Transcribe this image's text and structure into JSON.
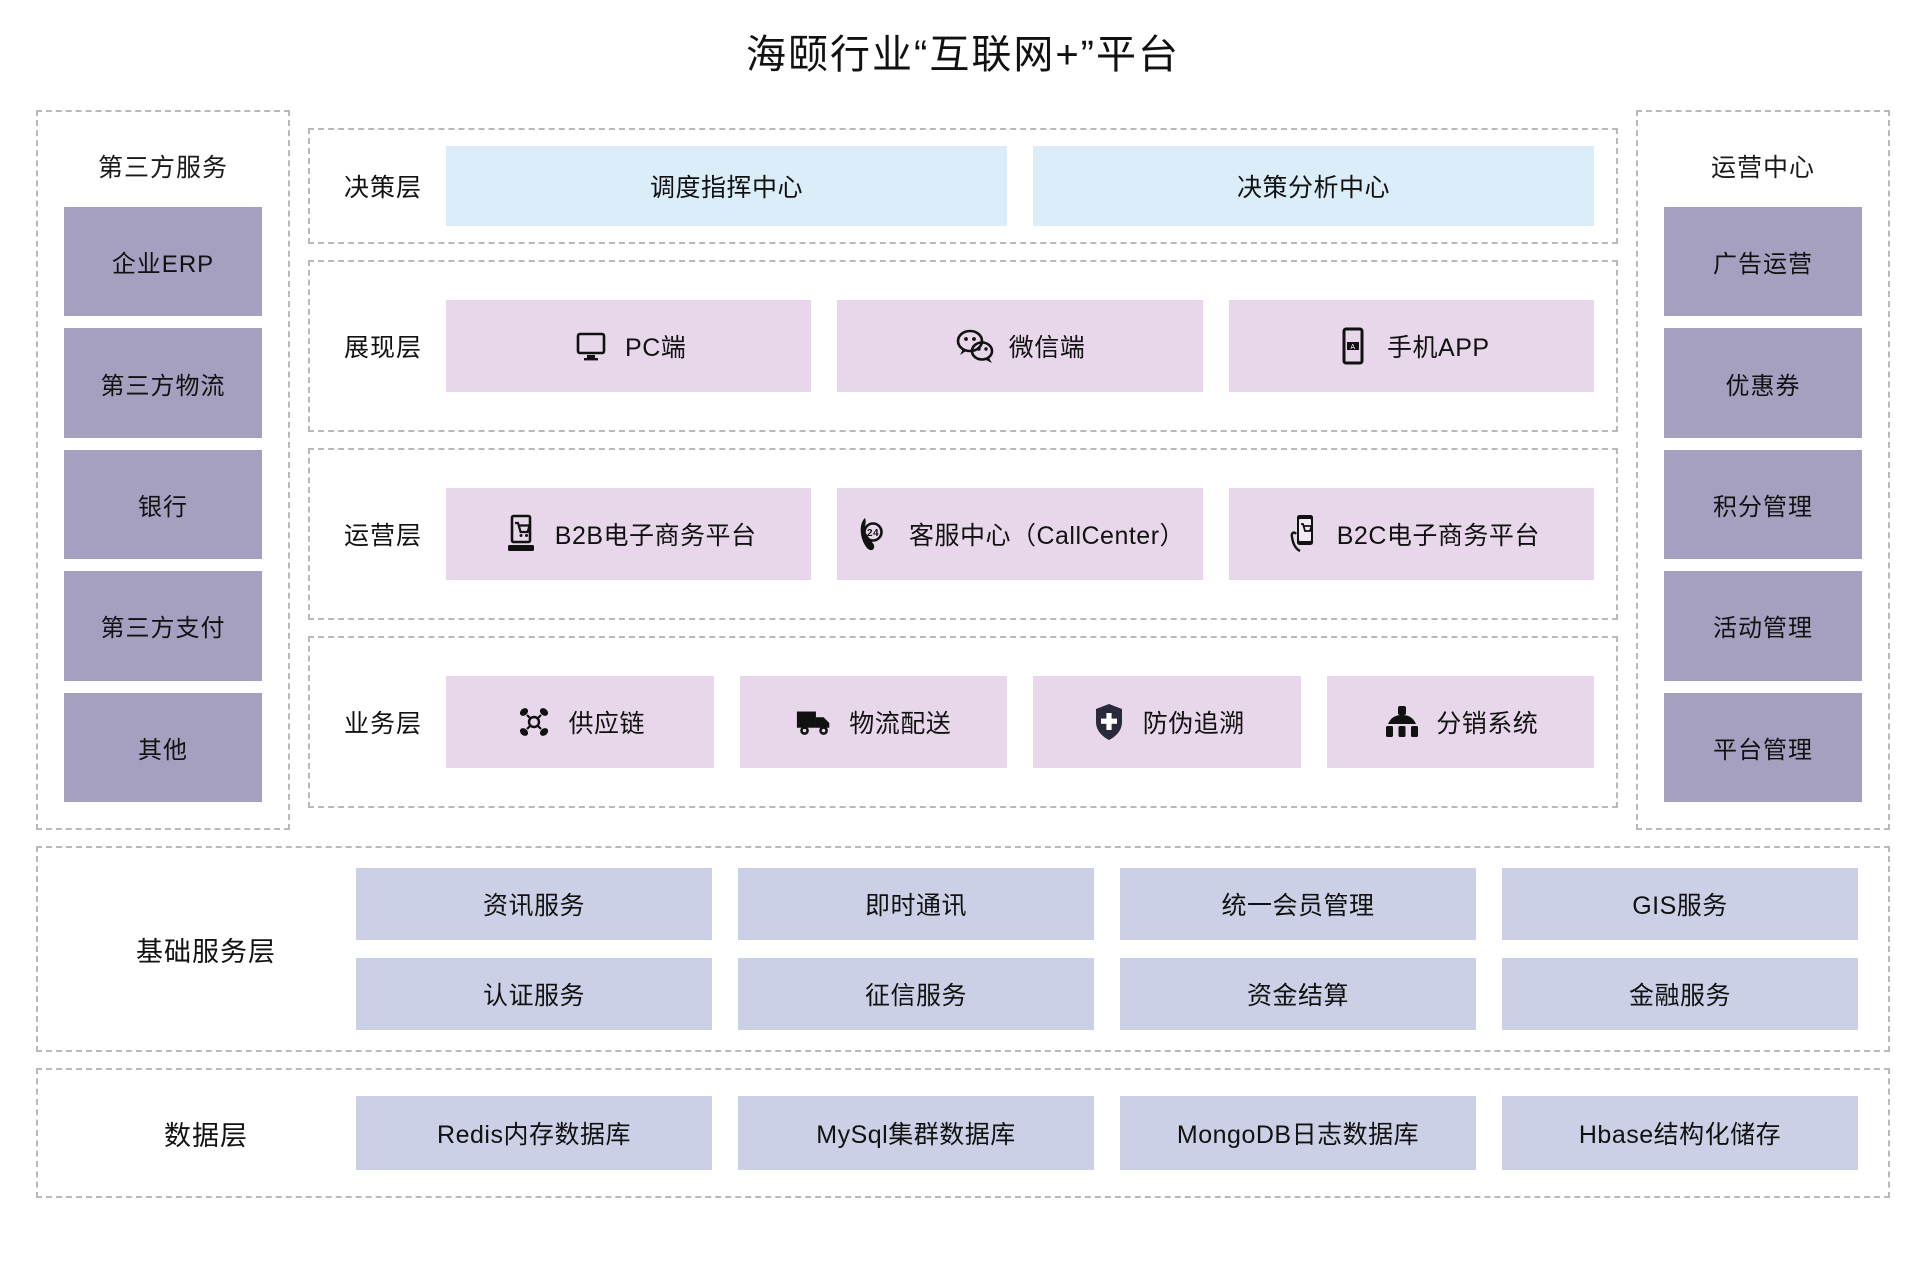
{
  "title": "海颐行业“互联网+”平台",
  "colors": {
    "sidebar_chip": "#a59fc0",
    "decision_box": "#daedf9",
    "layer_box": "#e8d7ea",
    "service_chip": "#ccd0e6",
    "dashed_border": "#b9b9b9",
    "text": "#111111"
  },
  "left_panel": {
    "title": "第三方服务",
    "items": [
      {
        "label": "企业ERP"
      },
      {
        "label": "第三方物流"
      },
      {
        "label": "银行"
      },
      {
        "label": "第三方支付"
      },
      {
        "label": "其他"
      }
    ]
  },
  "right_panel": {
    "title": "运营中心",
    "items": [
      {
        "label": "广告运营"
      },
      {
        "label": "优惠券"
      },
      {
        "label": "积分管理"
      },
      {
        "label": "活动管理"
      },
      {
        "label": "平台管理"
      }
    ]
  },
  "layers": [
    {
      "label": "决策层",
      "style": "blue",
      "boxes": [
        {
          "label": "调度指挥中心",
          "icon": ""
        },
        {
          "label": "决策分析中心",
          "icon": ""
        }
      ]
    },
    {
      "label": "展现层",
      "style": "pink",
      "boxes": [
        {
          "label": "PC端",
          "icon": "monitor-icon"
        },
        {
          "label": "微信端",
          "icon": "wechat-icon"
        },
        {
          "label": "手机APP",
          "icon": "mobile-app-icon"
        }
      ]
    },
    {
      "label": "运营层",
      "style": "pink",
      "boxes": [
        {
          "label": "B2B电子商务平台",
          "icon": "desktop-cart-icon"
        },
        {
          "label": "客服中心（CallCenter）",
          "icon": "phone-24h-icon"
        },
        {
          "label": "B2C电子商务平台",
          "icon": "mobile-cart-icon"
        }
      ]
    },
    {
      "label": "业务层",
      "style": "pink",
      "boxes": [
        {
          "label": "供应链",
          "icon": "supply-chain-icon"
        },
        {
          "label": "物流配送",
          "icon": "truck-icon"
        },
        {
          "label": "防伪追溯",
          "icon": "shield-icon"
        },
        {
          "label": "分销系统",
          "icon": "distribution-icon"
        }
      ]
    }
  ],
  "base_service_layer": {
    "label": "基础服务层",
    "rows": [
      [
        {
          "label": "资讯服务"
        },
        {
          "label": "即时通讯"
        },
        {
          "label": "统一会员管理"
        },
        {
          "label": "GIS服务"
        }
      ],
      [
        {
          "label": "认证服务"
        },
        {
          "label": "征信服务"
        },
        {
          "label": "资金结算"
        },
        {
          "label": "金融服务"
        }
      ]
    ]
  },
  "data_layer": {
    "label": "数据层",
    "rows": [
      [
        {
          "label": "Redis内存数据库"
        },
        {
          "label": "MySql集群数据库"
        },
        {
          "label": "MongoDB日志数据库"
        },
        {
          "label": "Hbase结构化储存"
        }
      ]
    ]
  }
}
